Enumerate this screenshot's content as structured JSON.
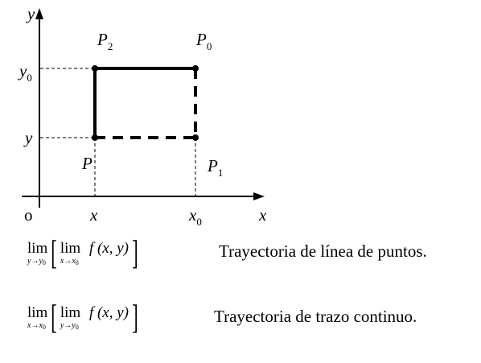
{
  "diagram": {
    "axis_x_label": "x",
    "axis_y_label": "y",
    "origin_label": "o",
    "tick_x": "x",
    "tick_x0": "x",
    "tick_x0_sub": "0",
    "tick_y": "y",
    "tick_y0": "y",
    "tick_y0_sub": "0",
    "point_p": "P",
    "point_p1": "P",
    "point_p1_sub": "1",
    "point_p2": "P",
    "point_p2_sub": "2",
    "point_p0": "P",
    "point_p0_sub": "0"
  },
  "formulas": [
    {
      "outer_lim": "lim",
      "outer_sub": "y→y",
      "outer_sub_idx": "0",
      "inner_lim": "lim",
      "inner_sub": "x→x",
      "inner_sub_idx": "0",
      "expr": "f (x, y)",
      "description": "Trayectoria de línea de puntos."
    },
    {
      "outer_lim": "lim",
      "outer_sub": "x→x",
      "outer_sub_idx": "0",
      "inner_lim": "lim",
      "inner_sub": "y→y",
      "inner_sub_idx": "0",
      "expr": "f (x, y)",
      "description": "Trayectoria de trazo continuo."
    }
  ]
}
